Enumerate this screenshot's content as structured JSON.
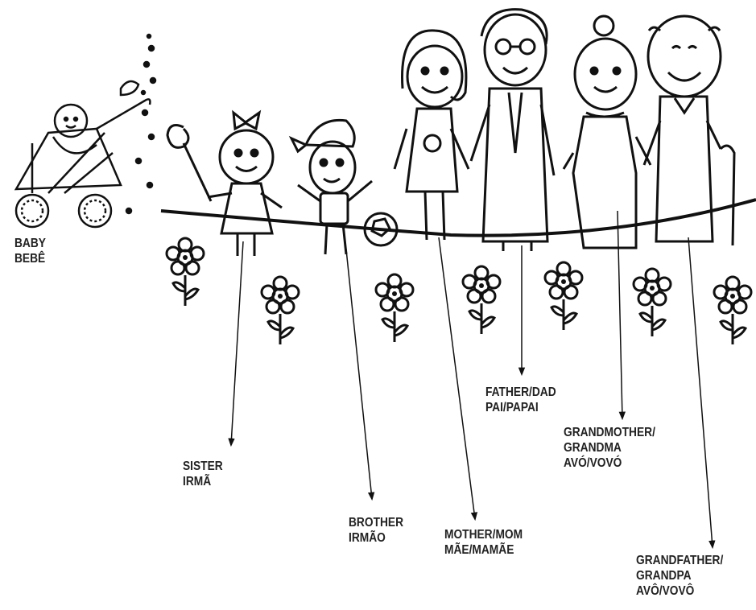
{
  "labels": {
    "baby": {
      "line1": "BABY",
      "line2": "BEBÊ"
    },
    "sister": {
      "line1": "SISTER",
      "line2": "IRMÃ"
    },
    "brother": {
      "line1": "BROTHER",
      "line2": "IRMÃO"
    },
    "mother": {
      "line1": "MOTHER/MOM",
      "line2": "MÃE/MAMÃE"
    },
    "father": {
      "line1": "FATHER/DAD",
      "line2": "PAI/PAPAI"
    },
    "grandmother": {
      "line1": "GRANDMOTHER/",
      "line2": "GRANDMA",
      "line3": "AVÓ/VOVÓ"
    },
    "grandfather": {
      "line1": "GRANDFATHER/",
      "line2": "GRANDPA",
      "line3": "AVÔ/VOVÔ"
    }
  }
}
